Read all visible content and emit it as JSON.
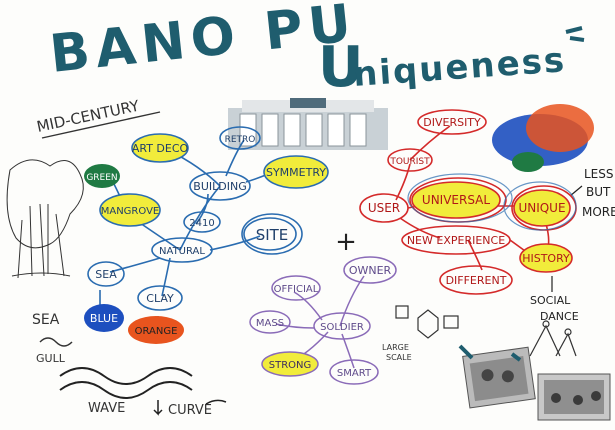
{
  "title": {
    "line1": "BANO PU",
    "line2": "niqueness"
  },
  "left_notes": {
    "mid_century": "MID-CENTURY",
    "sea_gull": "SEA",
    "gull": "GULL",
    "wave": "WAVE",
    "curve": "CURVE"
  },
  "left_map": {
    "nodes": {
      "art_deco": "ART DECO",
      "retro": "RETRO",
      "symmetry": "SYMMETRY",
      "green": "GREEN",
      "building": "BUILDING",
      "mangrove": "MANGROVE",
      "year": "2410",
      "natural": "NATURAL",
      "site": "SITE",
      "sea": "SEA",
      "blue": "BLUE",
      "clay": "CLAY",
      "orange": "ORANGE"
    }
  },
  "middle_map": {
    "nodes": {
      "owner": "OWNER",
      "official": "OFFICIAL",
      "mass": "MASS",
      "soldier": "SOLDIER",
      "strong": "STRONG",
      "smart": "SMART"
    },
    "plus": "+"
  },
  "right_map": {
    "nodes": {
      "diversity": "DIVERSITY",
      "tourist": "TOURIST",
      "user": "USER",
      "universal": "UNIVERSAL",
      "unique": "UNIQUE",
      "new_experience": "NEW EXPERIENCE",
      "different": "DIFFERENT",
      "history": "HISTORY"
    },
    "side_note": [
      "LESS",
      "BUT",
      "MORE"
    ],
    "social_dance": [
      "SOCIAL",
      "DANCE"
    ],
    "large_scale": [
      "LARGE",
      "SCALE"
    ]
  },
  "colors": {
    "ink_blue": "#2a6cb0",
    "ink_red": "#d42a2a",
    "ink_purple": "#8a6bb8",
    "highlight_yellow": "#f1ec3b",
    "title_teal": "#1f5d6e",
    "orange_fill": "#e8541e",
    "green_fill": "#1f7a43",
    "blue_fill": "#1d4fbf"
  },
  "icons": [
    "building-photo",
    "tree-sketch",
    "venn-circles",
    "photo-thumbnails"
  ]
}
